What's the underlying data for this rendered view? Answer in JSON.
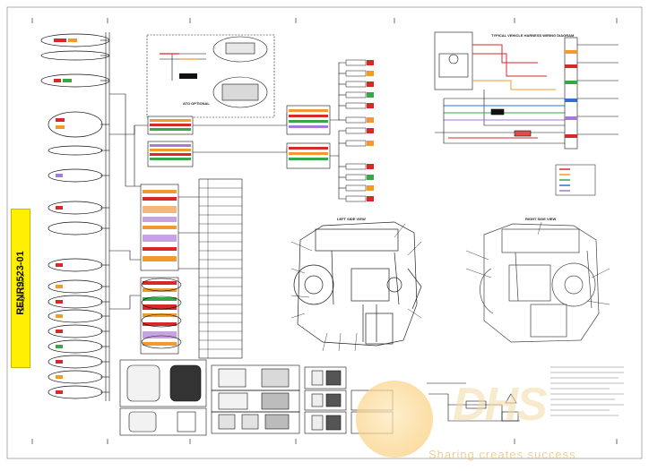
{
  "document": {
    "number": "RENR9523-01",
    "subtitle": "36 Pages, Cover 2"
  },
  "labels": {
    "harness_title": "TYPICAL VEHICLE HARNESS WIRING DIAGRAM",
    "left_view": "LEFT SIDE VIEW",
    "right_view": "RIGHT SIDE VIEW",
    "ato_title": "ATO OPTIONAL"
  },
  "watermark": {
    "text": "Sharing creates success"
  },
  "colors": {
    "accent_yellow": "#ffef00",
    "wire_red": "#d62a2a",
    "wire_orange": "#f39a2e",
    "wire_purple": "#a77bd1",
    "wire_green": "#3aa64a",
    "wire_blue": "#2f6fd1",
    "line_black": "#1a1a1a"
  }
}
